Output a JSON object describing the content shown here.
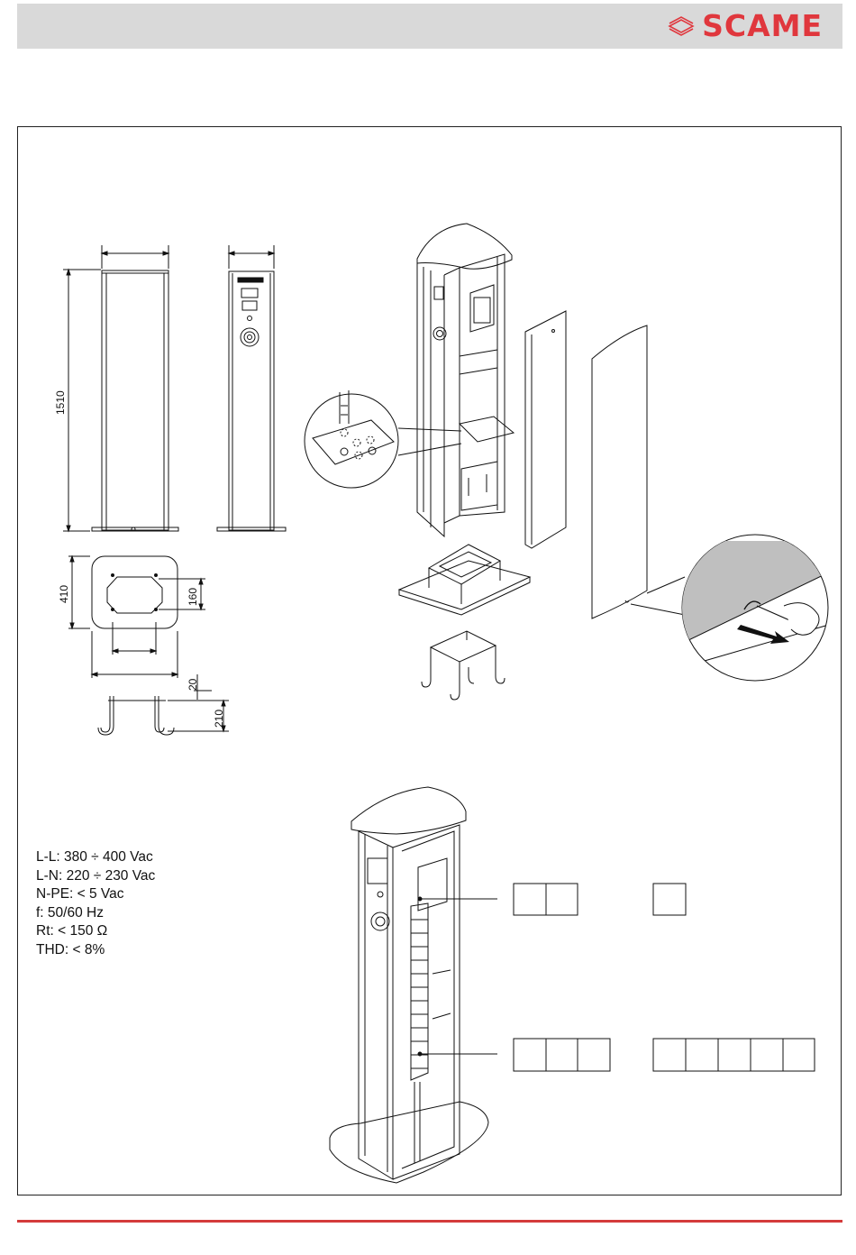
{
  "brand": {
    "name": "SCAME",
    "color": "#e0373d"
  },
  "dimensions": {
    "height": "1510",
    "base_depth": "410",
    "base_hole_spacing": "160",
    "anchor_top": "20",
    "anchor_depth": "210"
  },
  "specs": [
    "L-L: 380 ÷ 400 Vac",
    "L-N: 220 ÷ 230 Vac",
    "N-PE: < 5 Vac",
    "f: 50/60 Hz",
    "Rt: < 150 Ω",
    "THD: < 8%"
  ],
  "colors": {
    "footer_line": "#d43b3b",
    "header_bar": "#d9d9d9",
    "callout_fill": "#bfbfbf"
  }
}
